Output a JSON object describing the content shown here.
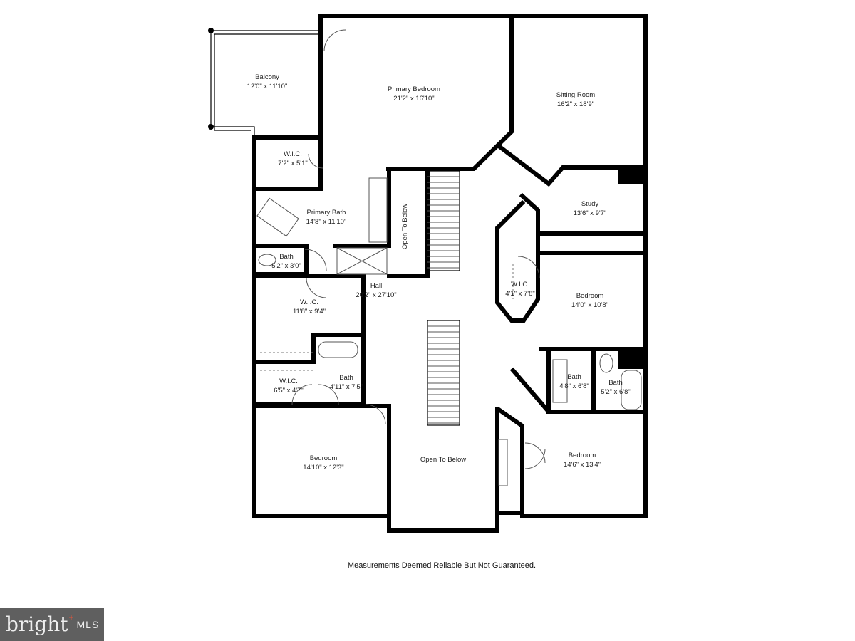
{
  "rooms": {
    "balcony": {
      "name": "Balcony",
      "size": "12'0\" x 11'10\""
    },
    "primary_bedroom": {
      "name": "Primary Bedroom",
      "size": "21'2\" x 16'10\""
    },
    "sitting_room": {
      "name": "Sitting Room",
      "size": "16'2\" x 18'9\""
    },
    "wic_primary": {
      "name": "W.I.C.",
      "size": "7'2\" x 5'1\""
    },
    "primary_bath": {
      "name": "Primary Bath",
      "size": "14'8\" x 11'10\""
    },
    "bath_small": {
      "name": "Bath",
      "size": "5'2\" x 3'0\""
    },
    "open_below_upper": {
      "name": "Open To Below"
    },
    "hall": {
      "name": "Hall",
      "size": "20'2\" x 27'10\""
    },
    "wic_large": {
      "name": "W.I.C.",
      "size": "11'8\" x 9'4\""
    },
    "study": {
      "name": "Study",
      "size": "13'6\" x 9'7\""
    },
    "wic_octagon": {
      "name": "W.I.C.",
      "size": "4'1\" x 7'8\""
    },
    "bedroom_right_upper": {
      "name": "Bedroom",
      "size": "14'0\" x 10'8\""
    },
    "bath_right_a": {
      "name": "Bath",
      "size": "4'8\" x 6'8\""
    },
    "bath_right_b": {
      "name": "Bath",
      "size": "5'2\" x 6'8\""
    },
    "wic_small": {
      "name": "W.I.C.",
      "size": "6'5\" x 4'7\""
    },
    "bath_center": {
      "name": "Bath",
      "size": "4'11\" x 7'5\""
    },
    "bedroom_left": {
      "name": "Bedroom",
      "size": "14'10\" x 12'3\""
    },
    "open_below_lower": {
      "name": "Open To Below"
    },
    "bedroom_right_lower": {
      "name": "Bedroom",
      "size": "14'6\" x 13'4\""
    }
  },
  "disclaimer": "Measurements Deemed Reliable But Not Guaranteed.",
  "logo": {
    "brand": "bright",
    "suffix": "MLS",
    "background": "#5f5f5f",
    "accent": "#e2553b"
  }
}
